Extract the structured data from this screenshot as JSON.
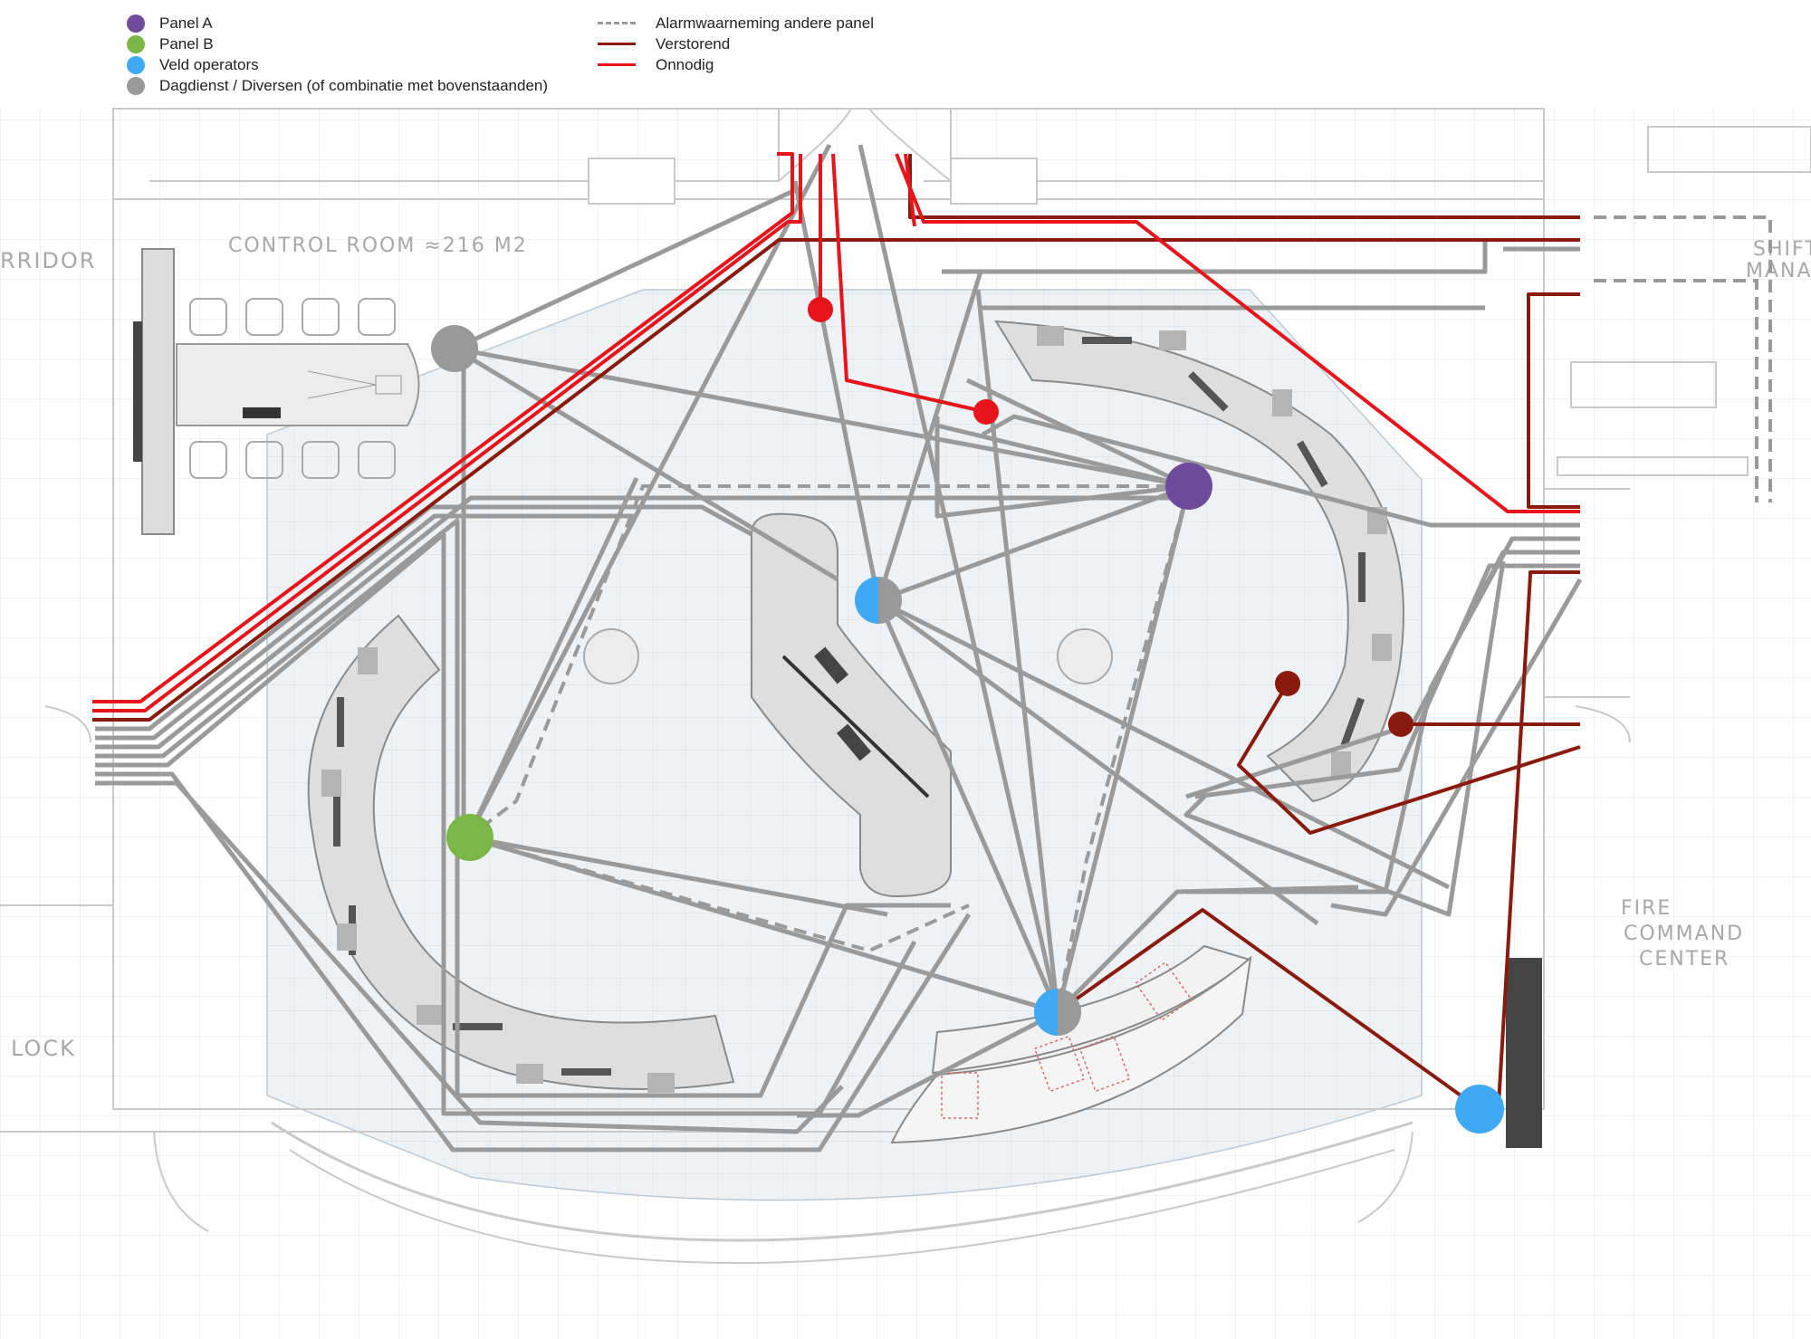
{
  "legend": {
    "nodes": [
      {
        "label": "Panel A",
        "color": "#6f4a9a"
      },
      {
        "label": "Panel B",
        "color": "#7ab648"
      },
      {
        "label": "Veld operators",
        "color": "#3fa9f5"
      },
      {
        "label": "Dagdienst / Diversen (of combinatie met bovenstaanden)",
        "color": "#999999"
      }
    ],
    "lines": [
      {
        "label": "Alarmwaarneming andere panel",
        "color": "#999999",
        "style": "dashed"
      },
      {
        "label": "Verstorend",
        "color": "#8b1a0e",
        "style": "solid"
      },
      {
        "label": "Onnodig",
        "color": "#e8141c",
        "style": "solid"
      }
    ]
  },
  "rooms": {
    "control_room": "CONTROL ROOM ≈216 M2",
    "corridor": "RRIDOR",
    "shift_line1": "SHIFT",
    "shift_line2": "MANA",
    "fire_line1": "FIRE",
    "fire_line2": "COMMAND",
    "fire_line3": "CENTER",
    "lock": "LOCK"
  },
  "colors": {
    "gray_line": "#9a9a9a",
    "dark_red": "#8b1a0e",
    "red": "#e8141c",
    "wall": "#c9c9c9",
    "desk_fill": "#dedede",
    "floor_fill": "#eef2f5"
  }
}
